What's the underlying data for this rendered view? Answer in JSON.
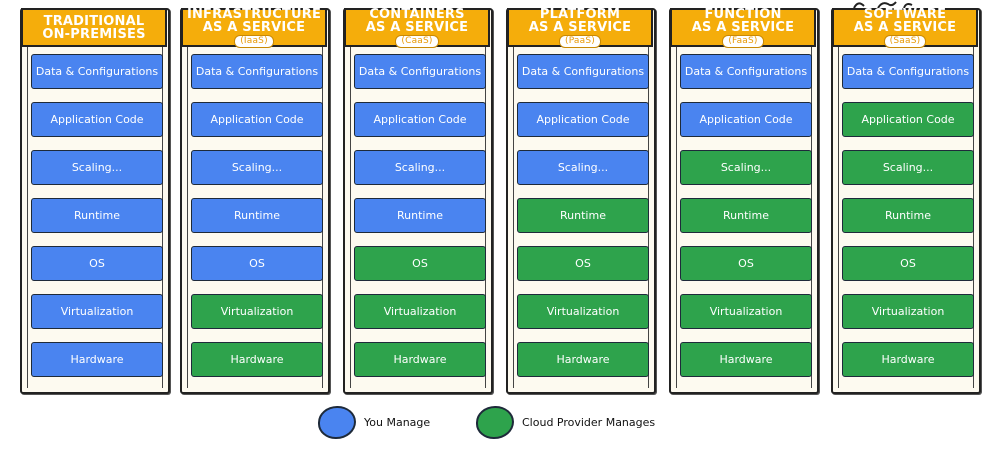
{
  "colors": {
    "header": "#f5ad0b",
    "you_manage": "#4a84f0",
    "cloud_manages": "#2ea34c",
    "column_background": "#fdfaf0"
  },
  "layer_labels": [
    "Data & Configurations",
    "Application Code",
    "Scaling...",
    "Runtime",
    "OS",
    "Virtualization",
    "Hardware"
  ],
  "columns": [
    {
      "id": "on-premises",
      "title_lines": [
        "TRADITIONAL",
        "ON-PREMISES"
      ],
      "badge": null,
      "managed": [
        "you",
        "you",
        "you",
        "you",
        "you",
        "you",
        "you"
      ]
    },
    {
      "id": "iaas",
      "title_lines": [
        "INFRASTRUCTURE",
        "AS A SERVICE"
      ],
      "badge": "(IaaS)",
      "managed": [
        "you",
        "you",
        "you",
        "you",
        "you",
        "cloud",
        "cloud"
      ]
    },
    {
      "id": "caas",
      "title_lines": [
        "CONTAINERS",
        "AS A SERVICE"
      ],
      "badge": "(CaaS)",
      "managed": [
        "you",
        "you",
        "you",
        "you",
        "cloud",
        "cloud",
        "cloud"
      ]
    },
    {
      "id": "paas",
      "title_lines": [
        "PLATFORM",
        "AS A SERVICE"
      ],
      "badge": "(PaaS)",
      "managed": [
        "you",
        "you",
        "you",
        "cloud",
        "cloud",
        "cloud",
        "cloud"
      ]
    },
    {
      "id": "faas",
      "title_lines": [
        "FUNCTION",
        "AS A SERVICE"
      ],
      "badge": "(FaaS)",
      "managed": [
        "you",
        "you",
        "cloud",
        "cloud",
        "cloud",
        "cloud",
        "cloud"
      ]
    },
    {
      "id": "saas",
      "title_lines": [
        "SOFTWARE",
        "AS A SERVICE"
      ],
      "badge": "(SaaS)",
      "managed": [
        "you",
        "cloud",
        "cloud",
        "cloud",
        "cloud",
        "cloud",
        "cloud"
      ]
    }
  ],
  "legend": {
    "you_manage_label": "You Manage",
    "cloud_manages_label": "Cloud Provider Manages"
  }
}
